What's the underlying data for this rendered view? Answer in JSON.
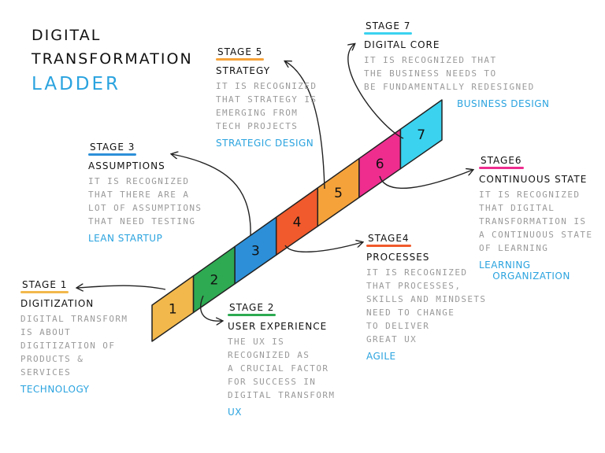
{
  "title": {
    "line1": "Digital",
    "line2": "Transformation",
    "line3": "Ladder"
  },
  "colors": {
    "accent_blue": "#2aa3df",
    "text_gray": "#9a9a9a"
  },
  "ladder": {
    "steps": [
      {
        "number": "1",
        "color": "#f2b84b"
      },
      {
        "number": "2",
        "color": "#2eaa52"
      },
      {
        "number": "3",
        "color": "#2c8fd8"
      },
      {
        "number": "4",
        "color": "#f05a2c"
      },
      {
        "number": "5",
        "color": "#f5a23a"
      },
      {
        "number": "6",
        "color": "#ee2d8f"
      },
      {
        "number": "7",
        "color": "#3ad2ef"
      }
    ]
  },
  "stages": [
    {
      "label": "Stage 1",
      "underline": "#f2b84b",
      "name": "Digitization",
      "description": "Digital transform\nis about\ndigitization of\nproducts &\nservices",
      "method": "Technology"
    },
    {
      "label": "Stage 2",
      "underline": "#2eaa52",
      "name": "User Experience",
      "description": "The UX is\nrecognized as\na crucial factor\nfor success in\ndigital transform",
      "method": "UX"
    },
    {
      "label": "Stage 3",
      "underline": "#2c8fd8",
      "name": "Assumptions",
      "description": "It is recognized\nthat there are a\nlot of assumptions\nthat need testing",
      "method": "Lean Startup"
    },
    {
      "label": "Stage4",
      "underline": "#f05a2c",
      "name": "Processes",
      "description": "It is recognized\nthat processes,\nskills and mindsets\nneed to change\nto deliver\ngreat UX",
      "method": "Agile"
    },
    {
      "label": "Stage 5",
      "underline": "#f5a23a",
      "name": "Strategy",
      "description": "It is recognized\nthat strategy is\nemerging from\ntech projects",
      "method": "Strategic Design"
    },
    {
      "label": "Stage6",
      "underline": "#ee2d8f",
      "name": "Continuous State",
      "description": "It is recognized\nthat digital\ntransformation is\na continuous state\nof learning",
      "method": "Learning\n    Organization"
    },
    {
      "label": "Stage 7",
      "underline": "#3ad2ef",
      "name": "Digital Core",
      "description": "It is recognized that\nthe business needs to\nbe fundamentally redesigned",
      "method": "Business Design"
    }
  ]
}
